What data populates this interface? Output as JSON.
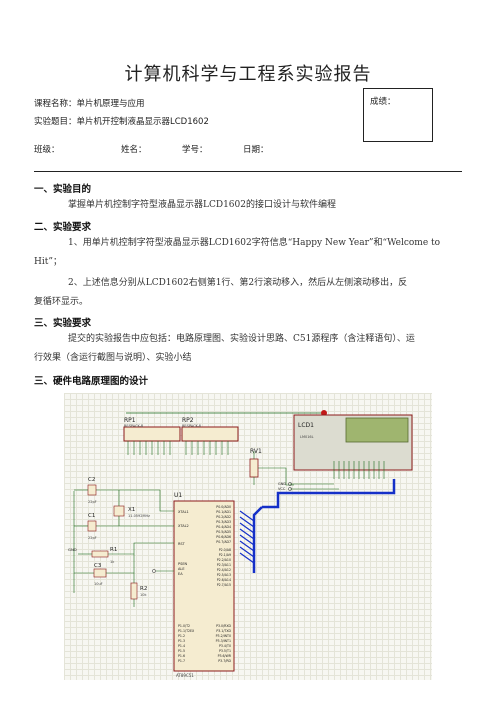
{
  "title": "计算机科学与工程系实验报告",
  "header": {
    "course": "课程名称：单片机原理与应用",
    "topic": "实验题目：单片机开控制液晶显示器LCD1602",
    "grade_label": "成绩：",
    "class_label": "班级：",
    "name_label": "姓名：",
    "id_label": "学号：",
    "date_label": "日期："
  },
  "sections": {
    "s1_heading": "一、实验目的",
    "s1_text": "掌握单片机控制字符型液晶显示器LCD1602的接口设计与软件编程",
    "s2_heading": "二、实验要求",
    "s2_item1_a": "1、用单片机控制字符型液晶显示器LCD1602字符信息“Happy New Year”和“Welcome to",
    "s2_item1_b": "Hit”；",
    "s2_item2_a": "2、上述信息分别从LCD1602右侧第1行、第2行滚动移入，然后从左侧滚动移出，反",
    "s2_item2_b": "复循环显示。",
    "s3_heading": "三、实验要求",
    "s3_text_a": "提交的实验报告中应包括：电路原理图、实验设计思路、C51源程序（含注释语句）、运",
    "s3_text_b": "行效果（含运行截图与说明）、实验小结",
    "s4_heading": "三、硬件电路原理图的设计"
  },
  "schematic": {
    "rp1": "RP1",
    "rp1_sub": "RESPACK-8",
    "rp2": "RP2",
    "rp2_sub": "RESPACK-8",
    "lcd1": "LCD1",
    "lcd1_sub": "LM016L",
    "rv1": "RV1",
    "c1": "C1",
    "c1_val": "22pF",
    "c2": "C2",
    "c2_val": "22pF",
    "c3": "C3",
    "c3_val": "10uF",
    "x1": "X1",
    "x1_val": "11.0592MHz",
    "u1": "U1",
    "u1_sub": "AT89C51",
    "r1": "R1",
    "r1_val": "1k",
    "r2": "R2",
    "r2_val": "10k",
    "gnd": "GND",
    "vcc": "VCC",
    "pin_xtal1": "XTAL1",
    "pin_xtal2": "XTAL2",
    "pin_rst": "RST",
    "pin_psen": "PSEN",
    "pin_ale": "ALE",
    "pin_ea": "EA",
    "p0_pins": [
      "P0.0/AD0",
      "P0.1/AD1",
      "P0.2/AD2",
      "P0.3/AD3",
      "P0.4/AD4",
      "P0.5/AD5",
      "P0.6/AD6",
      "P0.7/AD7"
    ],
    "p2_pins": [
      "P2.0/A8",
      "P2.1/A9",
      "P2.2/A10",
      "P2.3/A11",
      "P2.4/A12",
      "P2.5/A13",
      "P2.6/A14",
      "P2.7/A15"
    ],
    "p1_pins": [
      "P1.0/T2",
      "P1.1/T2EX",
      "P1.2",
      "P1.3",
      "P1.4",
      "P1.5",
      "P1.6",
      "P1.7"
    ],
    "p3_pins": [
      "P3.0/RXD",
      "P3.1/TXD",
      "P3.2/INT0",
      "P3.3/INT1",
      "P3.4/T0",
      "P3.5/T1",
      "P3.6/WR",
      "P3.7/RD"
    ],
    "colors": {
      "part_outline": "#8b1a1a",
      "part_fill": "#f5ecd0",
      "wire": "#1b6b1b",
      "bus": "#1530c8",
      "lcd_screen": "#9fb56f"
    }
  }
}
